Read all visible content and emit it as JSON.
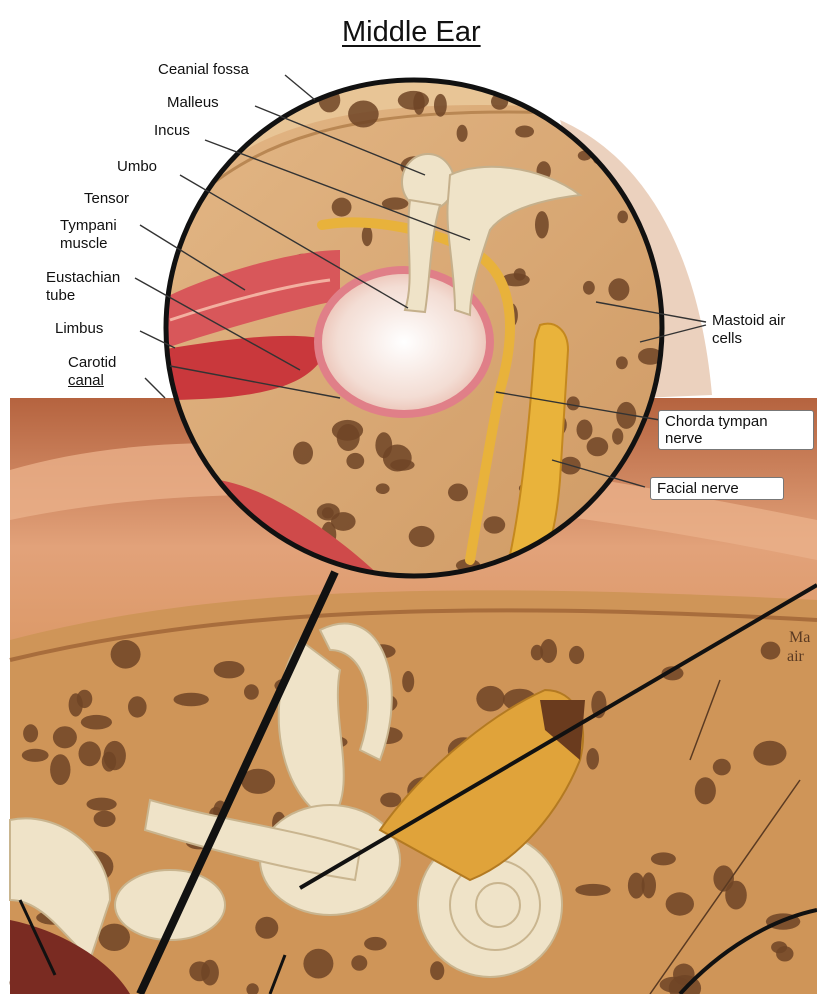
{
  "title": "Middle Ear",
  "labels": {
    "ceanial_fossa": "Ceanial fossa",
    "malleus": "Malleus",
    "incus": "Incus",
    "umbo": "Umbo",
    "tensor": "Tensor",
    "tympani_muscle_1": "Tympani",
    "tympani_muscle_2": "muscle",
    "eustachian_1": "Eustachian",
    "eustachian_2": "tube",
    "limbus": "Limbus",
    "carotid_1": "Carotid",
    "carotid_2": "canal",
    "mastoid_1": "Mastoid air",
    "mastoid_2": "cells",
    "chorda_1": "Chorda tympan",
    "chorda_2": "nerve",
    "facial": "Facial nerve"
  },
  "cut_text": {
    "line1": "Ma",
    "line2": "air"
  },
  "colors": {
    "bone": "#d8a771",
    "bone_dark": "#b8844f",
    "air_cell": "#6e4426",
    "tympanic": "#f6e6de",
    "muscle_red": "#d84a4a",
    "nerve_yellow": "#e9b33b",
    "ossicle": "#efe3c8",
    "lower_bg": "#c47e56"
  }
}
